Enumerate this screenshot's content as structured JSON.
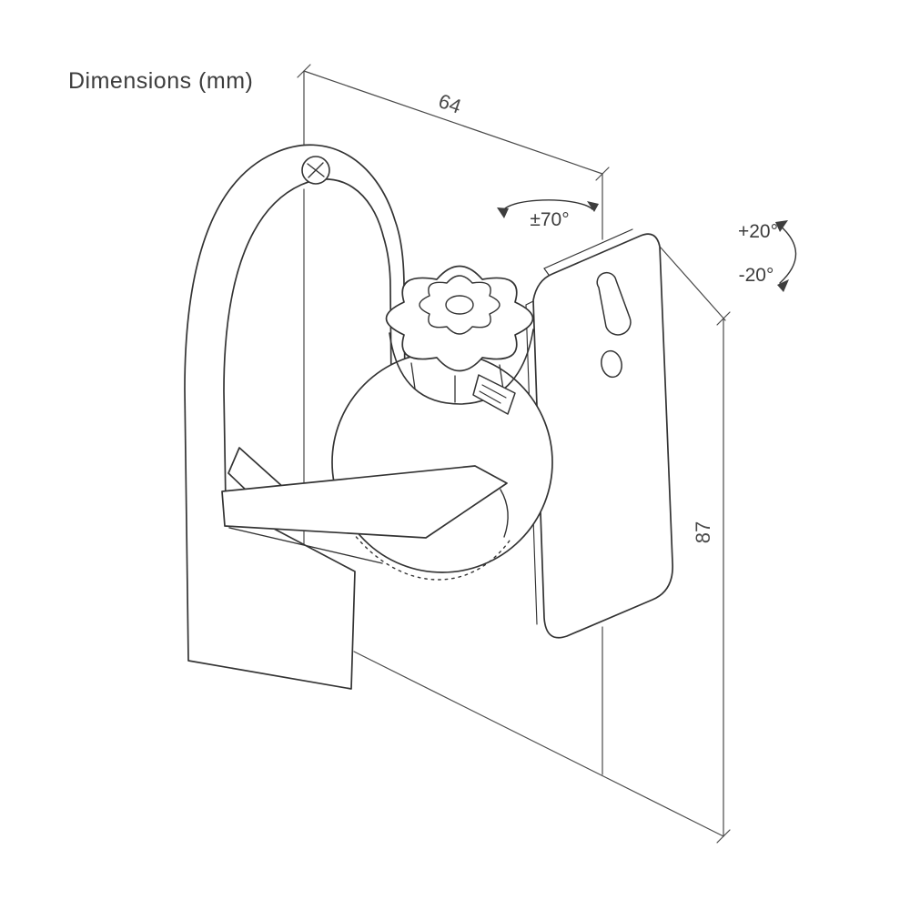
{
  "title": "Dimensions (mm)",
  "dimensions": {
    "width": "64",
    "height": "87"
  },
  "annotations": {
    "swivel": "±70°",
    "tilt_up": "+20°",
    "tilt_down": "-20°"
  }
}
